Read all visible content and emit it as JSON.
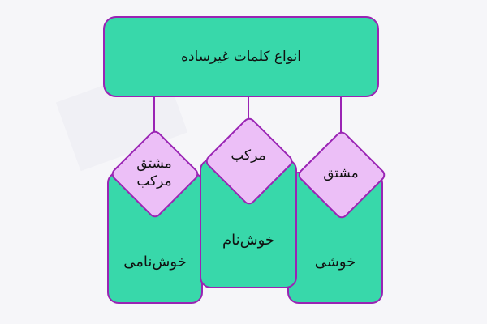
{
  "root": {
    "label": "انواع کلمات غیرساده"
  },
  "branches": [
    {
      "type_label": "مشتق مرکب",
      "type_line1": "مشتق",
      "type_line2": "مرکب",
      "example": "خوش‌نامی"
    },
    {
      "type_label": "مرکب",
      "example": "خوش‌نام"
    },
    {
      "type_label": "مشتق",
      "example": "خوشی"
    }
  ],
  "colors": {
    "box_fill": "#38d8aa",
    "diamond_fill": "#ecbff7",
    "border": "#9a24b4",
    "background": "#f6f6f9"
  }
}
